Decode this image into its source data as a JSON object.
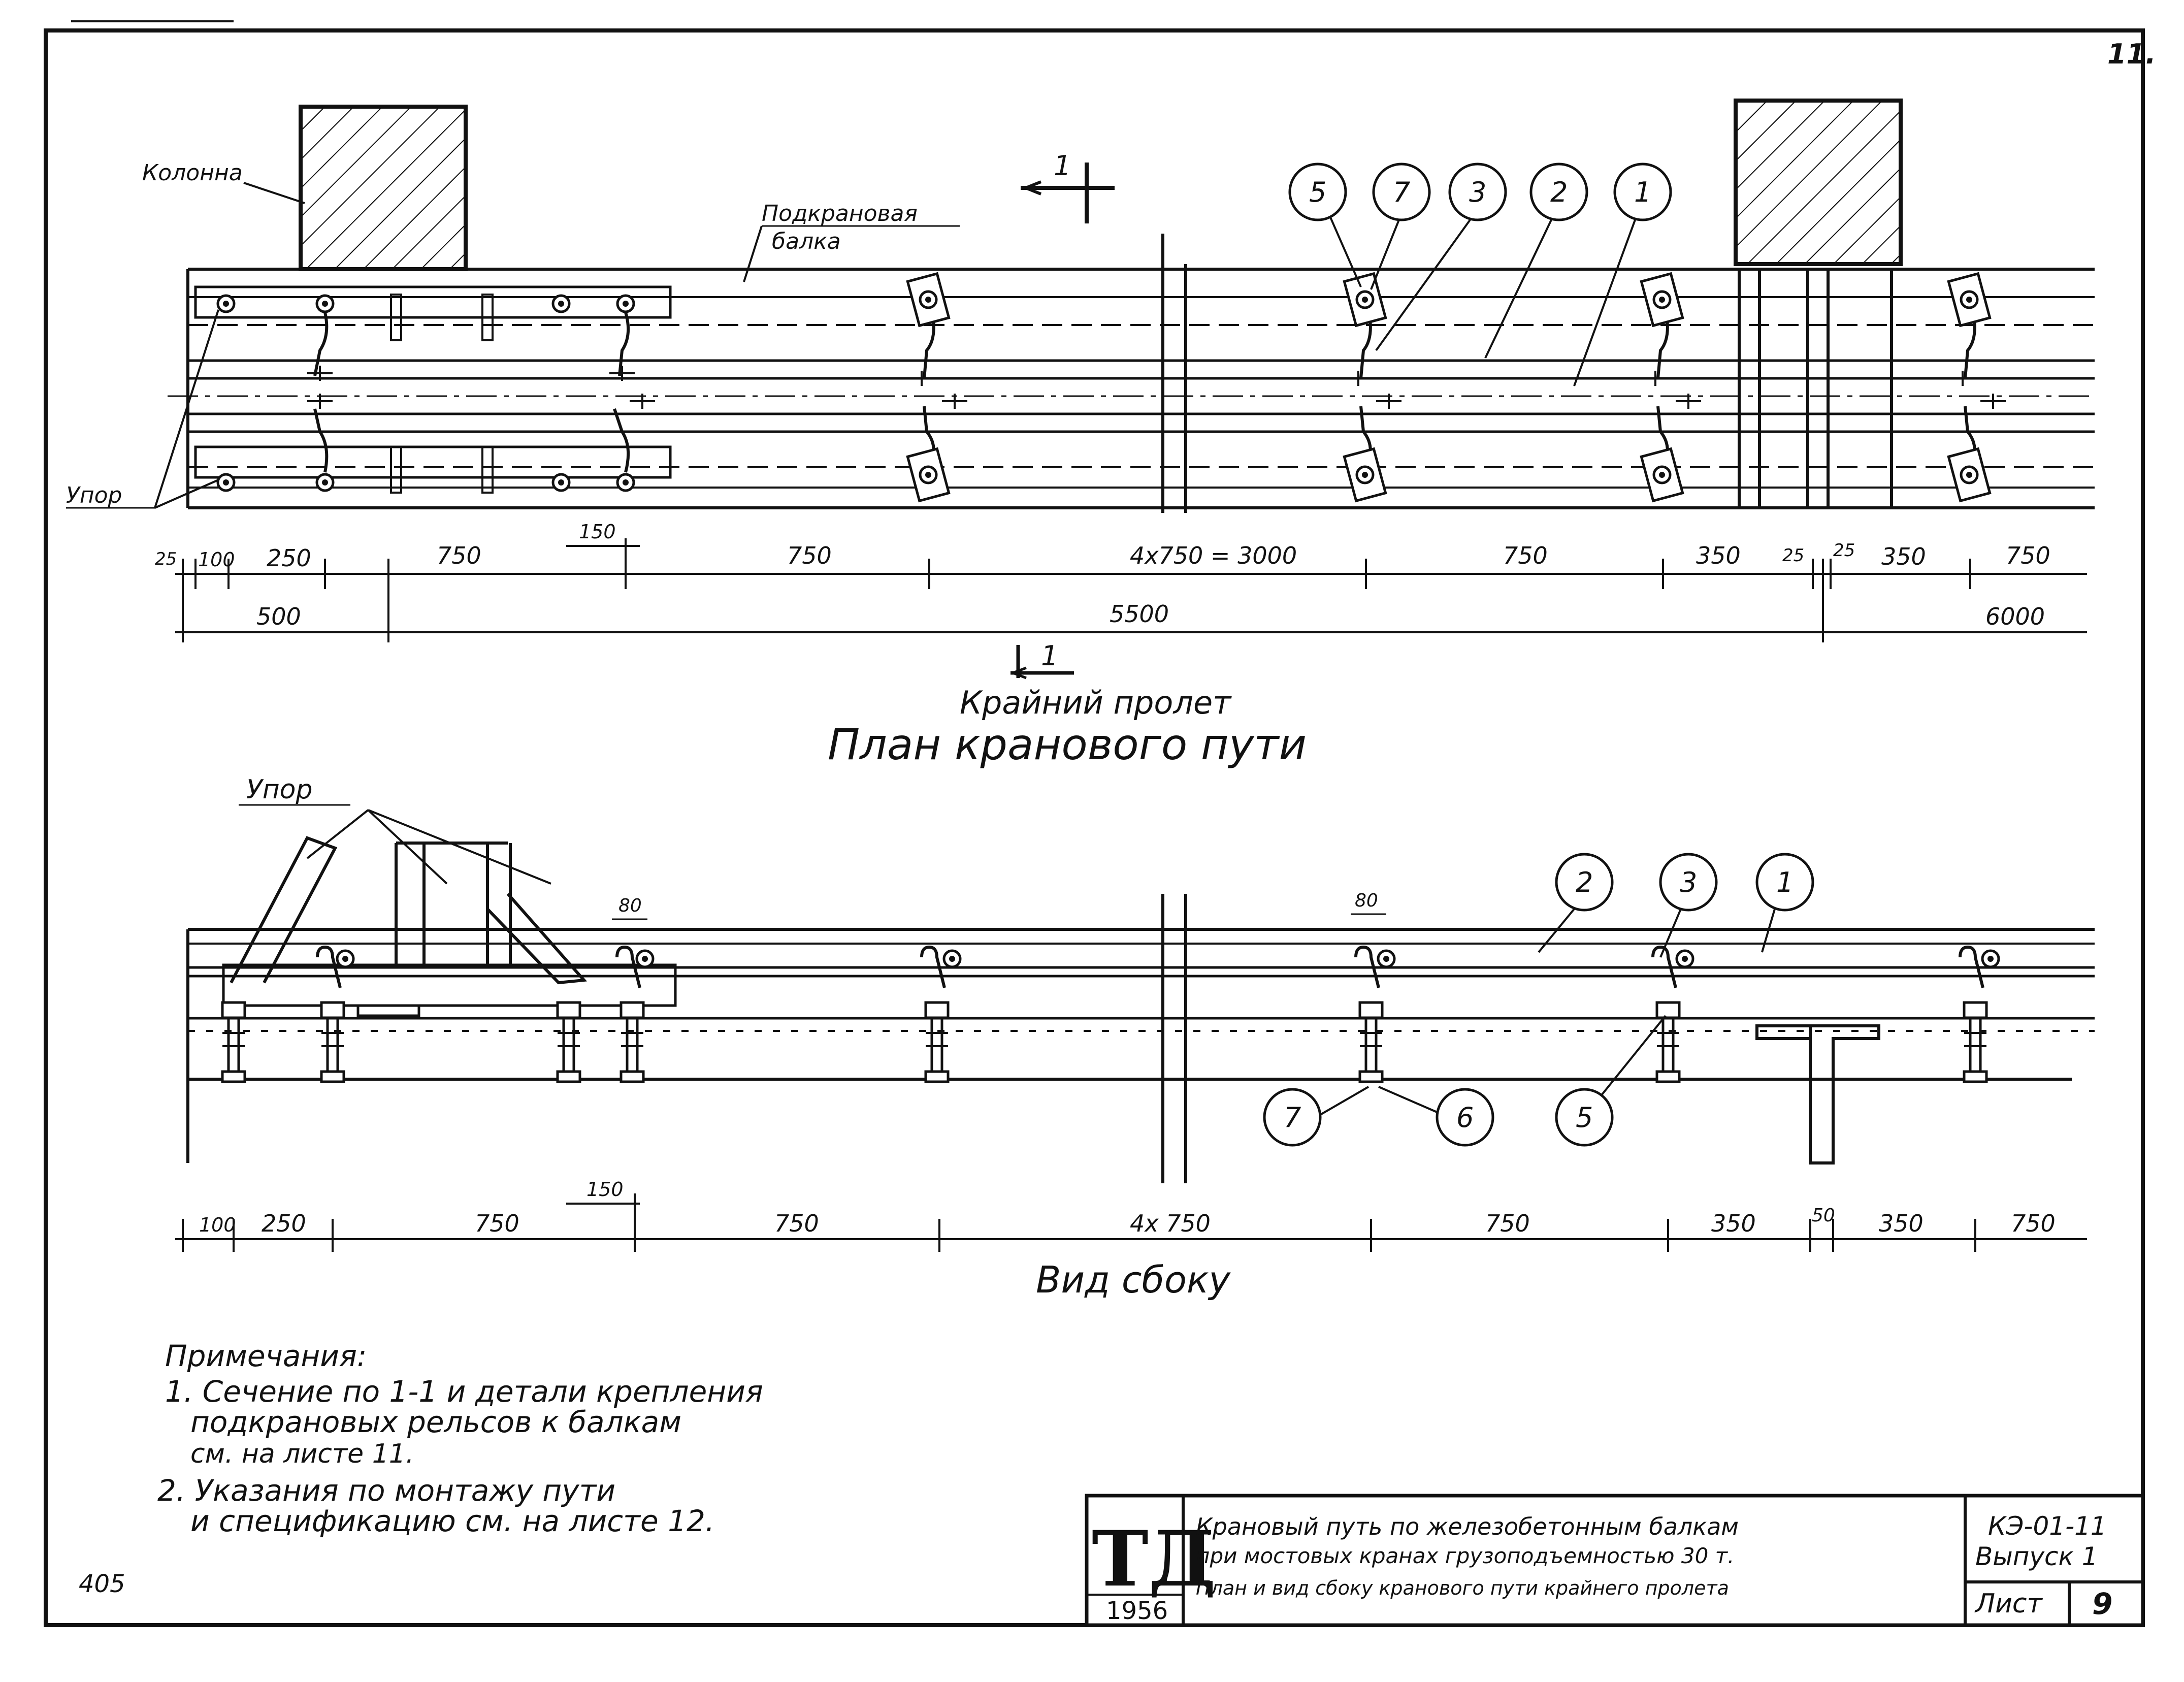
{
  "sheet_mark": "11.",
  "page_number": "405",
  "plan": {
    "column_label": "Колонна",
    "beam_label_1": "Подкрановая",
    "beam_label_2": "балка",
    "stop_label": "Упор",
    "section_mark": "1",
    "callouts": [
      "5",
      "7",
      "3",
      "2",
      "1"
    ],
    "dims_row1": [
      "25",
      "100",
      "250",
      "150",
      "750",
      "750",
      "4x750 = 3000",
      "750",
      "350",
      "25",
      "25",
      "350",
      "750"
    ],
    "dims_row2": [
      "500",
      "5500",
      "6000"
    ],
    "subtitle": "Крайний пролет",
    "title": "План кранового пути"
  },
  "side": {
    "stop_label": "Упор",
    "dim_80": "80",
    "callouts_top": [
      "2",
      "3",
      "1"
    ],
    "callouts_bottom": [
      "7",
      "6",
      "5"
    ],
    "dims": [
      "100",
      "250",
      "150",
      "750",
      "750",
      "4x 750",
      "750",
      "350",
      "50",
      "350",
      "750"
    ],
    "title": "Вид сбоку"
  },
  "notes": {
    "heading": "Примечания:",
    "n1_line1": "1. Сечение по 1-1 и детали крепления",
    "n1_line2": "подкрановых рельсов к балкам",
    "n1_line3": "см. на листе 11.",
    "n2_line1": "2. Указания по монтажу пути",
    "n2_line2": "и спецификацию см. на листе 12."
  },
  "title_block": {
    "logo": "ТД",
    "year": "1956",
    "line1": "Крановый путь по железобетонным балкам",
    "line2": "при мостовых кранах грузоподъемностью 30 т.",
    "line3": "План и вид сбоку кранового пути крайнего пролета",
    "code": "КЭ-01-11",
    "issue": "Выпуск 1",
    "sheet_label": "Лист",
    "sheet_no": "9"
  }
}
